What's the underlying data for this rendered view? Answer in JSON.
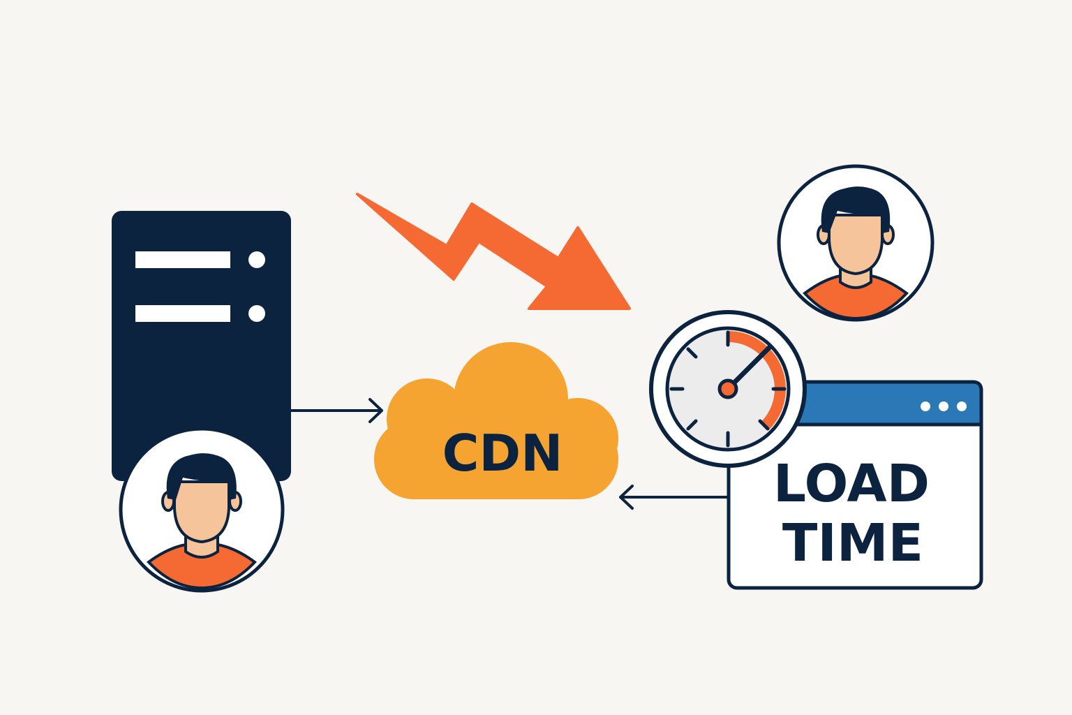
{
  "labels": {
    "cdn": "CDN",
    "load_line1": "LOAD",
    "load_line2": "TIME"
  },
  "colors": {
    "background": "#f7f6f3",
    "navy": "#0c2340",
    "orange_arrow": "#f56a32",
    "cloud": "#f5a431",
    "browser_bar": "#2a78b5",
    "skin": "#f6c49a",
    "shirt": "#f56a32",
    "white": "#ffffff",
    "gauge_face": "#ececec"
  },
  "icons": {
    "server": "server-icon",
    "user": "user-avatar-icon",
    "cloud": "cloud-icon",
    "gauge": "speedometer-icon",
    "browser": "browser-window-icon",
    "arrow": "arrow-icon",
    "lightning": "zigzag-arrow-icon"
  }
}
